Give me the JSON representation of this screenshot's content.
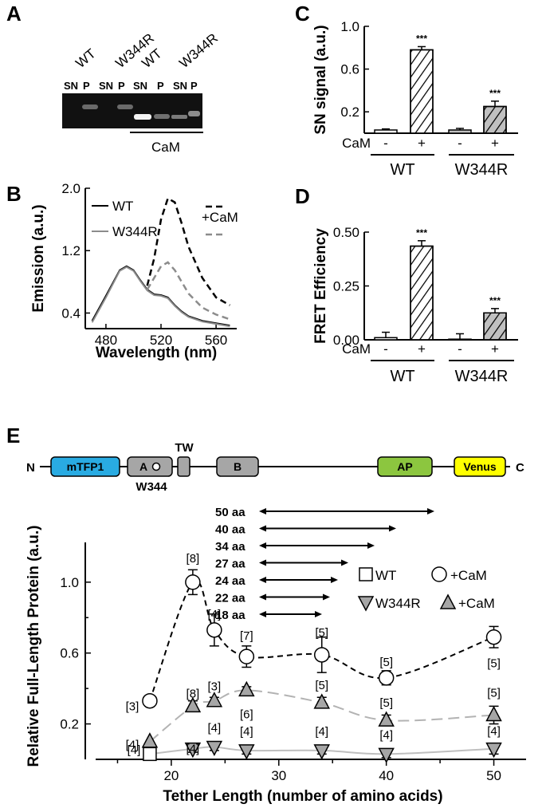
{
  "panels": {
    "A": {
      "letter": "A",
      "lane_groups": [
        "WT",
        "W344R",
        "WT",
        "W344R"
      ],
      "lane_labels": [
        "SN",
        "P",
        "SN",
        "P",
        "SN",
        "P",
        "SN",
        "P"
      ],
      "cam_label": "CaM"
    },
    "B": {
      "letter": "B"
    },
    "C": {
      "letter": "C"
    },
    "D": {
      "letter": "D"
    },
    "E": {
      "letter": "E",
      "construct": {
        "n_term": "N",
        "c_term": "C",
        "domains": [
          {
            "id": "mtfp1",
            "label": "mTFP1",
            "color": "#29abe2"
          },
          {
            "id": "a",
            "label": "A",
            "color": "#a6a6a6"
          },
          {
            "id": "tw",
            "label": "TW",
            "color": "#a6a6a6"
          },
          {
            "id": "b",
            "label": "B",
            "color": "#a6a6a6"
          },
          {
            "id": "ap",
            "label": "AP",
            "color": "#8cc63f"
          },
          {
            "id": "venus",
            "label": "Venus",
            "color": "#ffff00"
          }
        ],
        "mutation_label": "W344",
        "tethers": [
          "50 aa",
          "40 aa",
          "34 aa",
          "27 aa",
          "24 aa",
          "22 aa",
          "18 aa"
        ]
      }
    }
  },
  "chart_data": [
    {
      "id": "B",
      "type": "line",
      "xlabel": "Wavelength (nm)",
      "ylabel": "Emission (a.u.)",
      "xlim": [
        465,
        575
      ],
      "ylim": [
        0.2,
        2.0
      ],
      "xticks": [
        480,
        520,
        560
      ],
      "yticks": [
        0.4,
        1.2,
        2.0
      ],
      "legend": {
        "left": [
          "WT",
          "W344R"
        ],
        "right": [
          "+CaM"
        ]
      },
      "x": [
        470,
        480,
        490,
        495,
        500,
        505,
        510,
        515,
        520,
        525,
        530,
        535,
        540,
        550,
        560,
        570
      ],
      "series": [
        {
          "name": "WT",
          "color": "#000000",
          "dash": "solid",
          "values": [
            0.3,
            0.62,
            0.95,
            1.0,
            0.95,
            0.82,
            0.7,
            0.64,
            0.63,
            0.6,
            0.5,
            0.42,
            0.36,
            0.3,
            0.27,
            0.24
          ]
        },
        {
          "name": "W344R",
          "color": "#8c8c8c",
          "dash": "solid",
          "values": [
            0.28,
            0.6,
            0.94,
            0.99,
            0.94,
            0.81,
            0.69,
            0.63,
            0.62,
            0.59,
            0.49,
            0.41,
            0.35,
            0.29,
            0.26,
            0.23
          ]
        },
        {
          "name": "WT +CaM",
          "color": "#000000",
          "dash": "dash",
          "values": [
            null,
            null,
            null,
            null,
            null,
            null,
            0.75,
            1.1,
            1.6,
            1.87,
            1.82,
            1.55,
            1.25,
            0.85,
            0.6,
            0.5
          ]
        },
        {
          "name": "W344R +CaM",
          "color": "#8c8c8c",
          "dash": "dash",
          "values": [
            null,
            null,
            null,
            null,
            null,
            null,
            0.7,
            0.85,
            1.0,
            1.05,
            0.95,
            0.8,
            0.65,
            0.47,
            0.38,
            0.32
          ]
        }
      ]
    },
    {
      "id": "C",
      "type": "bar",
      "ylabel": "SN signal (a.u.)",
      "ylim": [
        0,
        1.0
      ],
      "yticks": [
        0.2,
        0.6,
        1.0
      ],
      "cam_row_label": "CaM",
      "groups": [
        "WT",
        "W344R"
      ],
      "bars": [
        {
          "group": "WT",
          "cam": "-",
          "value": 0.03,
          "err": 0.01,
          "fill": "#ffffff",
          "hatch": false,
          "sig": ""
        },
        {
          "group": "WT",
          "cam": "+",
          "value": 0.78,
          "err": 0.03,
          "fill": "#ffffff",
          "hatch": true,
          "sig": "***"
        },
        {
          "group": "W344R",
          "cam": "-",
          "value": 0.03,
          "err": 0.015,
          "fill": "#c0c0c0",
          "hatch": false,
          "sig": ""
        },
        {
          "group": "W344R",
          "cam": "+",
          "value": 0.25,
          "err": 0.05,
          "fill": "#c0c0c0",
          "hatch": true,
          "sig": "***"
        }
      ]
    },
    {
      "id": "D",
      "type": "bar",
      "ylabel": "FRET Efficiency",
      "ylim": [
        0,
        0.5
      ],
      "yticks": [
        0.0,
        0.25,
        0.5
      ],
      "ytick_labels": [
        "0.00",
        "0.25",
        "0.50"
      ],
      "cam_row_label": "CaM",
      "groups": [
        "WT",
        "W344R"
      ],
      "bars": [
        {
          "group": "WT",
          "cam": "-",
          "value": 0.01,
          "err": 0.025,
          "fill": "#ffffff",
          "hatch": false,
          "sig": ""
        },
        {
          "group": "WT",
          "cam": "+",
          "value": 0.435,
          "err": 0.025,
          "fill": "#ffffff",
          "hatch": true,
          "sig": "***"
        },
        {
          "group": "W344R",
          "cam": "-",
          "value": 0.003,
          "err": 0.025,
          "fill": "#c0c0c0",
          "hatch": false,
          "sig": ""
        },
        {
          "group": "W344R",
          "cam": "+",
          "value": 0.125,
          "err": 0.02,
          "fill": "#c0c0c0",
          "hatch": true,
          "sig": "***"
        }
      ]
    },
    {
      "id": "E",
      "type": "scatter",
      "xlabel": "Tether  Length (number of amino acids)",
      "ylabel": "Relative Full-Length Protein  (a.u.)",
      "xlim": [
        12,
        53
      ],
      "ylim": [
        0.0,
        1.2
      ],
      "xticks": [
        20,
        30,
        40,
        50
      ],
      "yticks": [
        0.2,
        0.6,
        1.0
      ],
      "legend": [
        "WT",
        "+CaM",
        "W344R",
        "+CaM"
      ],
      "series": [
        {
          "name": "WT",
          "marker": "square",
          "fill": "#ffffff",
          "line": "#bfbfbf",
          "dash": "solid",
          "x": [
            18
          ],
          "y": [
            0.03
          ],
          "err": [
            0.0
          ],
          "n": [
            "[4]"
          ]
        },
        {
          "name": "WT +CaM",
          "marker": "circle",
          "fill": "#ffffff",
          "line": "#000000",
          "dash": "dash",
          "x": [
            18,
            22,
            24,
            27,
            34,
            40,
            50
          ],
          "y": [
            0.33,
            1.0,
            0.73,
            0.58,
            0.59,
            0.46,
            0.69
          ],
          "err": [
            0.0,
            0.07,
            0.09,
            0.06,
            0.1,
            0.04,
            0.06
          ],
          "n": [
            "[3]",
            "[8]",
            "[4]",
            "[7]",
            "[5]",
            "[5]",
            "[5]"
          ]
        },
        {
          "name": "W344R",
          "marker": "triangle-down",
          "fill": "#a6a6a6",
          "line": "#bfbfbf",
          "dash": "solid",
          "x": [
            22,
            24,
            27,
            34,
            40,
            50
          ],
          "y": [
            0.06,
            0.07,
            0.05,
            0.05,
            0.03,
            0.06
          ],
          "err": [
            0.02,
            0.02,
            0.02,
            0.02,
            0.02,
            0.03
          ],
          "n": [
            "[4]",
            "[4]",
            "[4]",
            "[4]",
            "[4]",
            "[4]"
          ]
        },
        {
          "name": "W344R +CaM",
          "marker": "triangle-up",
          "fill": "#a6a6a6",
          "line": "#b3b3b3",
          "dash": "longdash",
          "x": [
            18,
            22,
            24,
            27,
            34,
            40,
            50
          ],
          "y": [
            0.1,
            0.3,
            0.33,
            0.39,
            0.32,
            0.22,
            0.25
          ],
          "err": [
            0.0,
            0.03,
            0.02,
            0.02,
            0.03,
            0.03,
            0.05
          ],
          "n": [
            "[4]",
            "[8]",
            "[3]",
            "[6]",
            "[5]",
            "[5]",
            "[5]"
          ]
        }
      ]
    }
  ]
}
